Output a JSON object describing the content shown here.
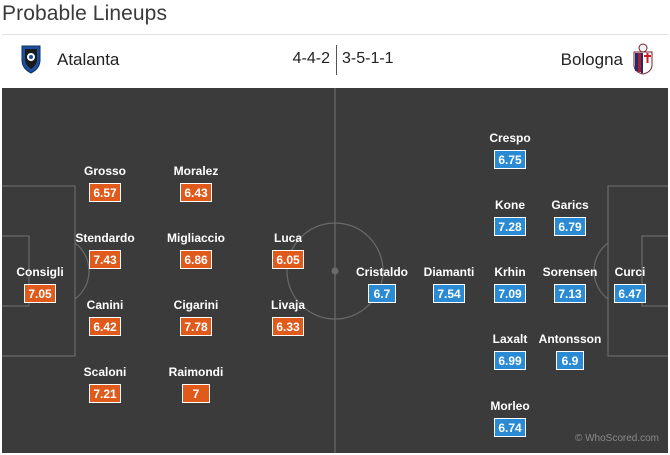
{
  "title": "Probable Lineups",
  "home": {
    "name": "Atalanta",
    "formation": "4-4-2",
    "color": "#e05a1c",
    "crest_icon": "atalanta-crest-icon",
    "players": [
      {
        "name": "Consigli",
        "rating": "7.05"
      },
      {
        "name": "Grosso",
        "rating": "6.57"
      },
      {
        "name": "Stendardo",
        "rating": "7.43"
      },
      {
        "name": "Canini",
        "rating": "6.42"
      },
      {
        "name": "Scaloni",
        "rating": "7.21"
      },
      {
        "name": "Moralez",
        "rating": "6.43"
      },
      {
        "name": "Migliaccio",
        "rating": "6.86"
      },
      {
        "name": "Cigarini",
        "rating": "7.78"
      },
      {
        "name": "Raimondi",
        "rating": "7"
      },
      {
        "name": "Luca",
        "rating": "6.05"
      },
      {
        "name": "Livaja",
        "rating": "6.33"
      }
    ]
  },
  "away": {
    "name": "Bologna",
    "formation": "3-5-1-1",
    "color": "#2a8bd4",
    "crest_icon": "bologna-crest-icon",
    "players": [
      {
        "name": "Cristaldo",
        "rating": "6.7"
      },
      {
        "name": "Diamanti",
        "rating": "7.54"
      },
      {
        "name": "Crespo",
        "rating": "6.75"
      },
      {
        "name": "Kone",
        "rating": "7.28"
      },
      {
        "name": "Krhin",
        "rating": "7.09"
      },
      {
        "name": "Laxalt",
        "rating": "6.99"
      },
      {
        "name": "Morleo",
        "rating": "6.74"
      },
      {
        "name": "Garics",
        "rating": "6.79"
      },
      {
        "name": "Sorensen",
        "rating": "7.13"
      },
      {
        "name": "Antonsson",
        "rating": "6.9"
      },
      {
        "name": "Curci",
        "rating": "6.47"
      }
    ]
  },
  "watermark": "© WhoScored.com",
  "pitch_color": "#3b3b3b"
}
